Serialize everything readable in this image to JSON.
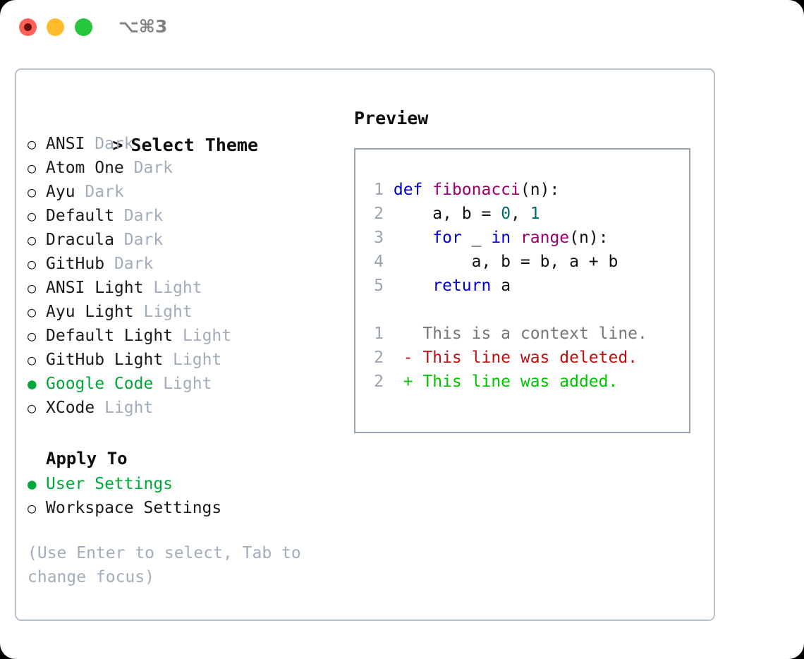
{
  "window": {
    "shortcut": "⌥⌘3",
    "traffic_lights": [
      "close",
      "minimize",
      "maximize"
    ],
    "accent_green": "#00a838",
    "muted_gray": "#a2adba",
    "border_gray": "#b9c2cc"
  },
  "theme_list": {
    "header": "Select Theme",
    "caret": ">",
    "bullet_unselected": "○",
    "bullet_selected": "●",
    "items": [
      {
        "name": "ANSI",
        "kind": "Dark",
        "selected": false
      },
      {
        "name": "Atom One",
        "kind": "Dark",
        "selected": false
      },
      {
        "name": "Ayu",
        "kind": "Dark",
        "selected": false
      },
      {
        "name": "Default",
        "kind": "Dark",
        "selected": false
      },
      {
        "name": "Dracula",
        "kind": "Dark",
        "selected": false
      },
      {
        "name": "GitHub",
        "kind": "Dark",
        "selected": false
      },
      {
        "name": "ANSI Light",
        "kind": "Light",
        "selected": false
      },
      {
        "name": "Ayu Light",
        "kind": "Light",
        "selected": false
      },
      {
        "name": "Default Light",
        "kind": "Light",
        "selected": false
      },
      {
        "name": "GitHub Light",
        "kind": "Light",
        "selected": false
      },
      {
        "name": "Google Code",
        "kind": "Light",
        "selected": true
      },
      {
        "name": "XCode",
        "kind": "Light",
        "selected": false
      }
    ]
  },
  "apply_to": {
    "title": "Apply To",
    "items": [
      {
        "name": "User Settings",
        "selected": true
      },
      {
        "name": "Workspace Settings",
        "selected": false
      }
    ]
  },
  "hint": "(Use Enter to select, Tab to change focus)",
  "preview": {
    "title": "Preview",
    "code_lines": [
      {
        "ln": "1",
        "tokens": [
          {
            "t": "def ",
            "c": "kw"
          },
          {
            "t": "fibonacci",
            "c": "fn"
          },
          {
            "t": "(n):",
            "c": "pl"
          }
        ]
      },
      {
        "ln": "2",
        "tokens": [
          {
            "t": "    a, b = ",
            "c": "pl"
          },
          {
            "t": "0",
            "c": "num"
          },
          {
            "t": ", ",
            "c": "pl"
          },
          {
            "t": "1",
            "c": "num"
          }
        ]
      },
      {
        "ln": "3",
        "tokens": [
          {
            "t": "    ",
            "c": "pl"
          },
          {
            "t": "for",
            "c": "kw"
          },
          {
            "t": " _ ",
            "c": "pl"
          },
          {
            "t": "in",
            "c": "kw"
          },
          {
            "t": " ",
            "c": "pl"
          },
          {
            "t": "range",
            "c": "fn"
          },
          {
            "t": "(n):",
            "c": "pl"
          }
        ]
      },
      {
        "ln": "4",
        "tokens": [
          {
            "t": "        a, b = b, a + b",
            "c": "pl"
          }
        ]
      },
      {
        "ln": "5",
        "tokens": [
          {
            "t": "    ",
            "c": "pl"
          },
          {
            "t": "return",
            "c": "kw"
          },
          {
            "t": " a",
            "c": "pl"
          }
        ]
      }
    ],
    "diff_lines": [
      {
        "ln": "1",
        "marker": " ",
        "text": " This is a context line.",
        "c": "ctx"
      },
      {
        "ln": "2",
        "marker": "-",
        "text": " This line was deleted.",
        "c": "del"
      },
      {
        "ln": "2",
        "marker": "+",
        "text": " This line was added.",
        "c": "add"
      }
    ],
    "colors": {
      "keyword": "#0000c8",
      "function": "#99006e",
      "number": "#006a6a",
      "plain": "#111111",
      "line_number": "#9aa5b1",
      "diff_context": "#757575",
      "diff_deleted": "#bb1111",
      "diff_added": "#00c400"
    }
  }
}
